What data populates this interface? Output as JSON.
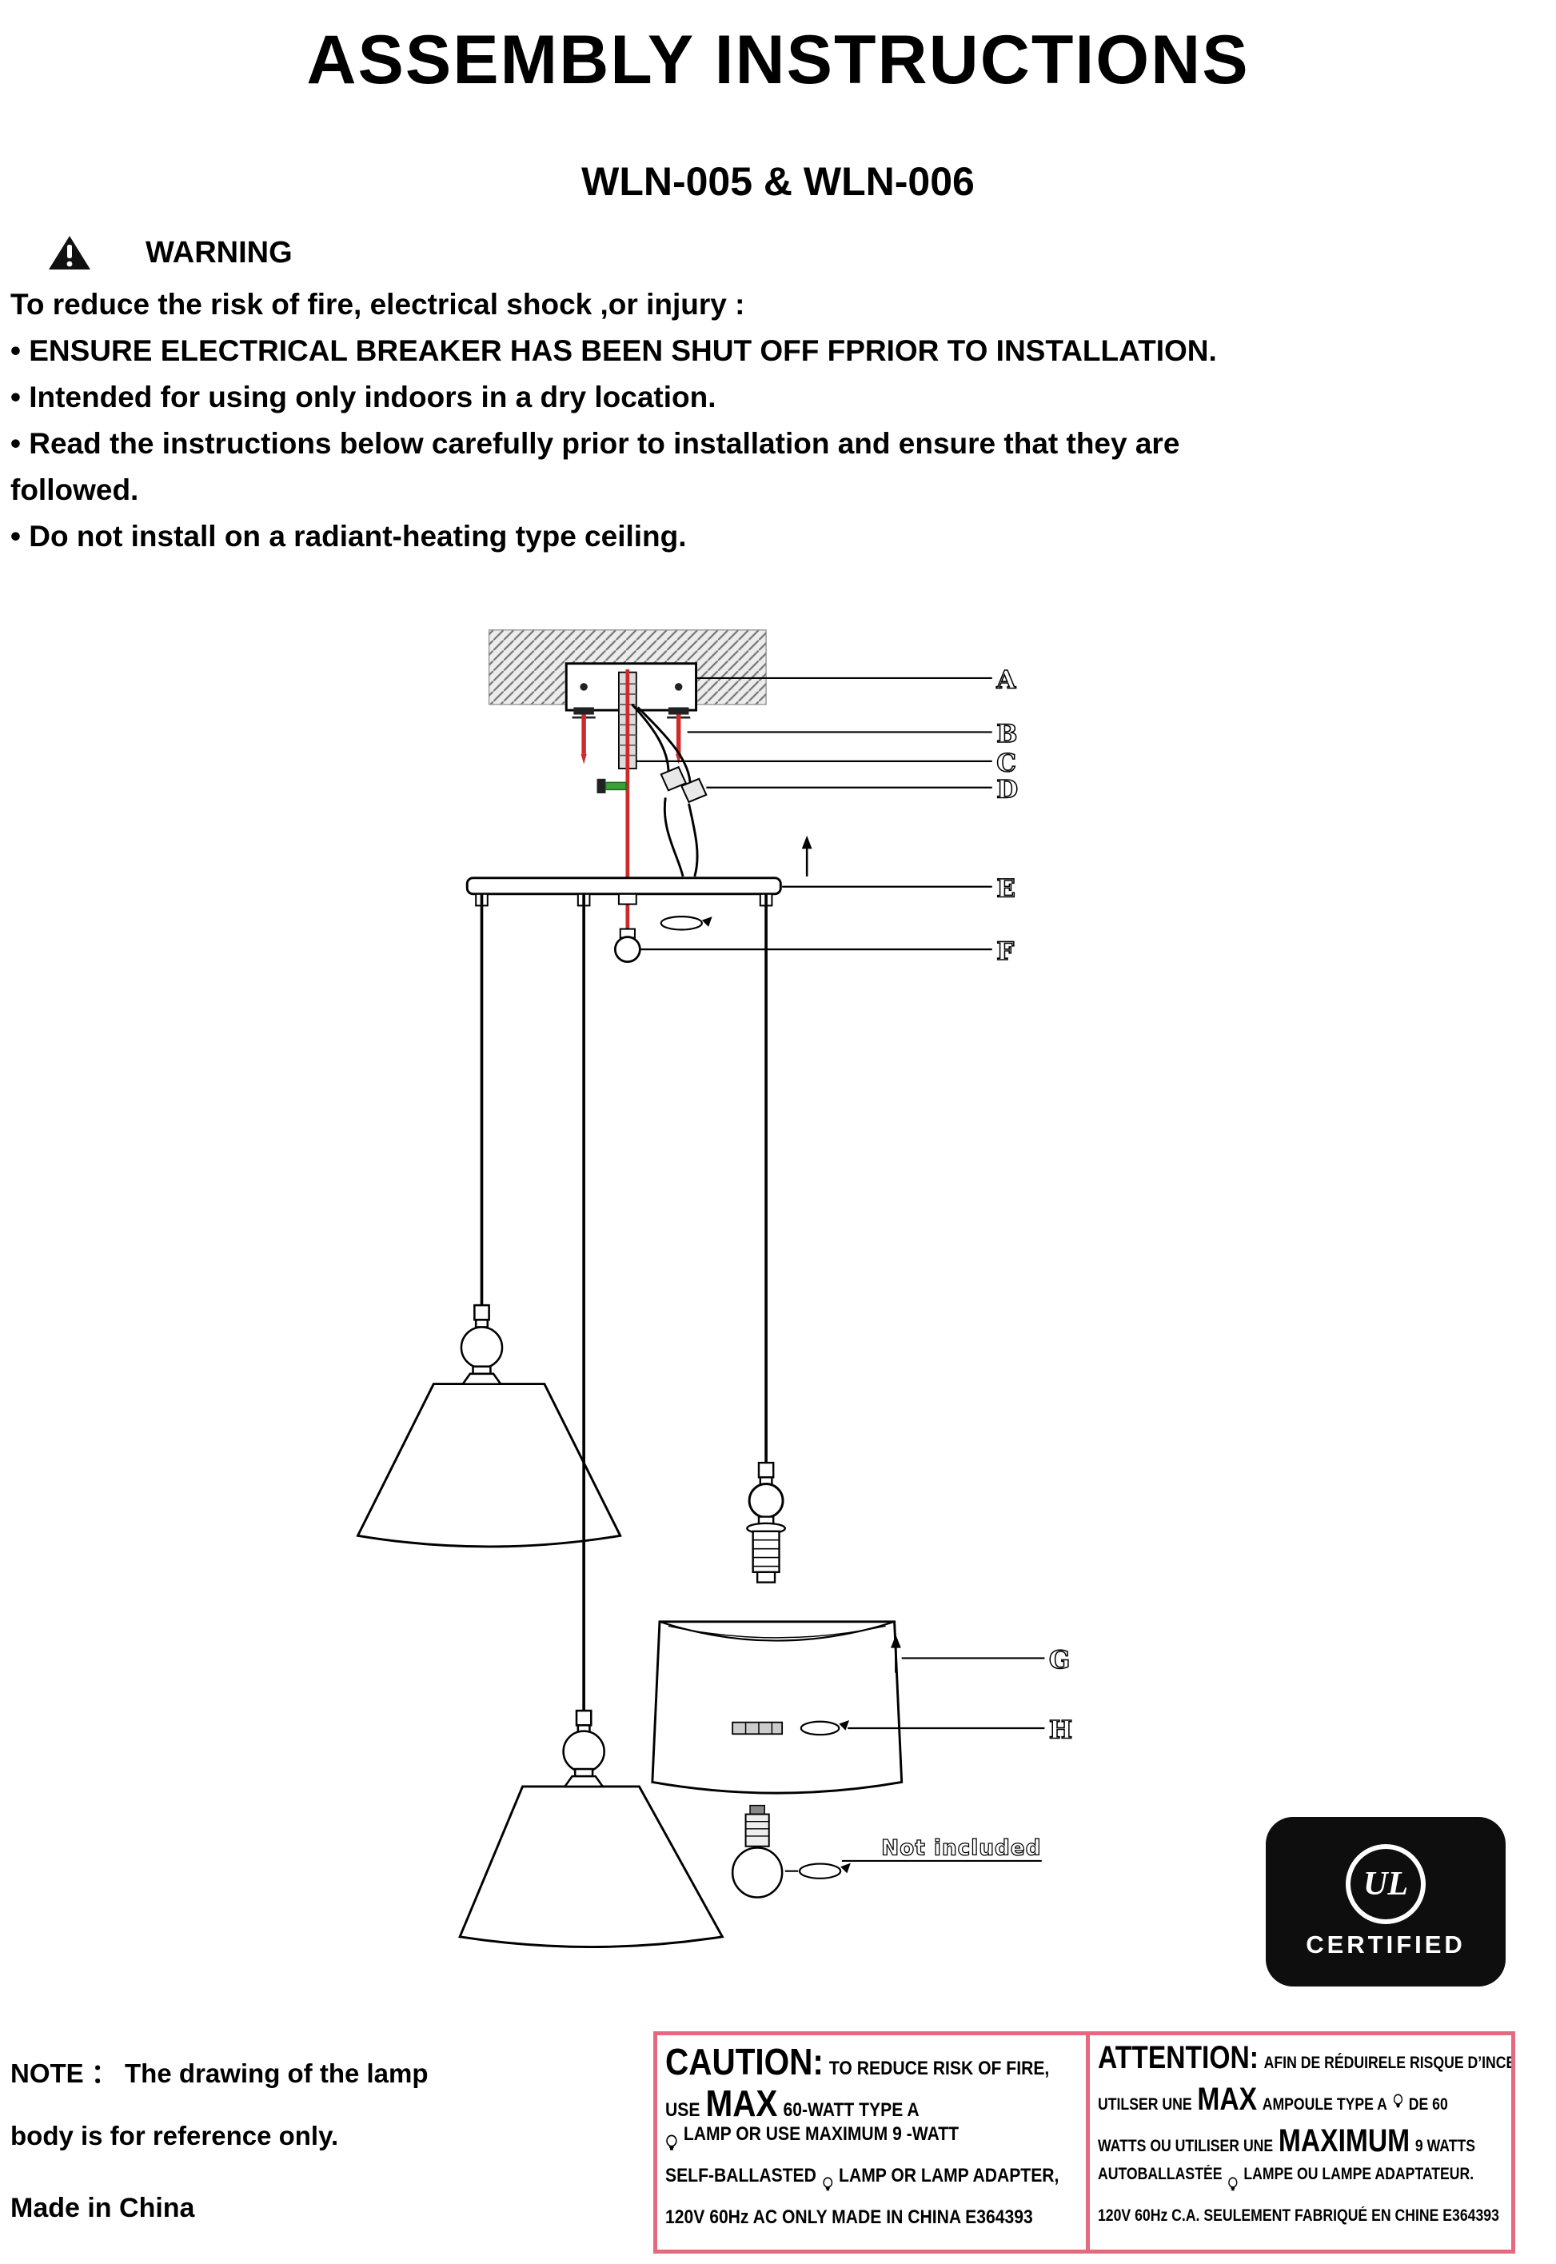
{
  "header": {
    "title": "ASSEMBLY INSTRUCTIONS",
    "subtitle": "WLN-005 & WLN-006"
  },
  "warning": {
    "heading": "WARNING",
    "lines": [
      "To reduce the risk of fire, electrical shock ,or injury :",
      "• ENSURE ELECTRICAL BREAKER HAS BEEN SHUT OFF FPRIOR TO INSTALLATION.",
      "• Intended for using only indoors in a dry location.",
      "• Read the instructions below carefully prior to installation and ensure that they are",
      "followed.",
      "• Do not install on a radiant-heating type ceiling."
    ]
  },
  "diagram": {
    "labels": [
      "A",
      "B",
      "C",
      "D",
      "E",
      "F",
      "G",
      "H"
    ],
    "not_included": "Not included"
  },
  "certification": {
    "logo": "UL",
    "label": "CERTIFIED"
  },
  "note": {
    "line1": "NOTE ：  The drawing of the lamp",
    "line2": "body is for reference only.",
    "made_in": "Made in China"
  },
  "caution": {
    "en": {
      "l1_big": "CAUTION:",
      "l1_rest": "TO REDUCE RISK OF FIRE,",
      "l2_pre": "USE",
      "l2_big": "MAX",
      "l2_rest": "60-WATT TYPE A",
      "l3_rest": "LAMP OR USE MAXIMUM  9 -WATT",
      "l4_pre": "SELF-BALLASTED",
      "l4_rest": "LAMP OR LAMP ADAPTER,",
      "l5": "120V 60Hz AC ONLY MADE IN CHINA  E364393"
    },
    "fr": {
      "l1_big": "ATTENTION:",
      "l1_rest": "AFIN DE RÉDUIRELE RISQUE D’INCENDE,",
      "l2_pre": "UTILSER UNE",
      "l2_big": "MAX",
      "l2_mid": "AMPOULE TYPE A",
      "l2_rest": "DE 60",
      "l3_pre": "WATTS OU UTILISER UNE",
      "l3_big": "MAXIMUM",
      "l3_rest": "9 WATTS",
      "l4_pre": "AUTOBALLASTÉE",
      "l4_rest": "LAMPE OU LAMPE ADAPTATEUR.",
      "l5": "120V 60Hz C.A. SEULEMENT FABRIQUÉ EN CHINE  E364393"
    }
  },
  "colors": {
    "accent_red": "#cf2a2a",
    "ground_green": "#3aa03a",
    "caution_border": "#e56a80"
  }
}
